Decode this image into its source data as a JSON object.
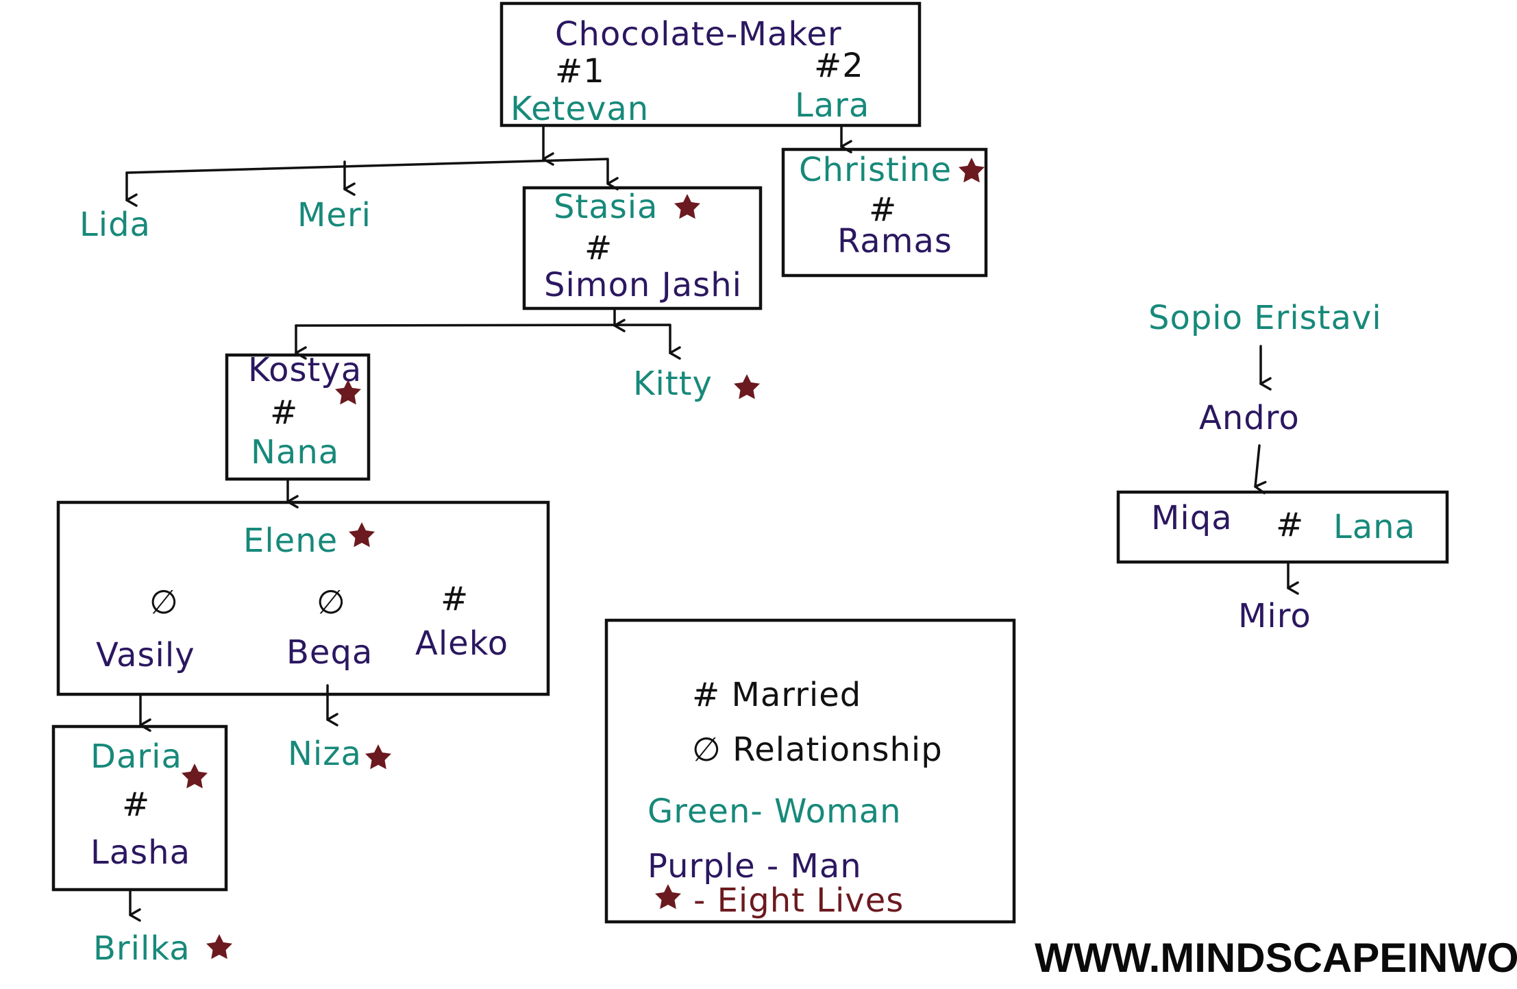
{
  "colors": {
    "woman": "#17897a",
    "man": "#2b1760",
    "eight_lives": "#6b1a1f",
    "ink": "#111111"
  },
  "chocolate_maker": {
    "title": "Chocolate-Maker",
    "wife1_mark": "#1",
    "wife2_mark": "#2",
    "wife1": "Ketevan",
    "wife2": "Lara"
  },
  "children_ketevan": [
    "Lida",
    "Meri"
  ],
  "stasia_box": {
    "wife": "Stasia",
    "mark": "#",
    "husband": "Simon Jashi"
  },
  "christine_box": {
    "wife": "Christine",
    "mark": "#",
    "husband": "Ramas"
  },
  "kostya_box": {
    "husband": "Kostya",
    "mark": "#",
    "wife": "Nana"
  },
  "kitty": "Kitty",
  "elene_box": {
    "name": "Elene",
    "mark1": "∅",
    "mark2": "∅",
    "mark3": "#",
    "partner1": "Vasily",
    "partner2": "Beqa",
    "partner3": "Aleko"
  },
  "daria_box": {
    "wife": "Daria",
    "mark": "#",
    "husband": "Lasha"
  },
  "niza": "Niza",
  "brilka": "Brilka",
  "eristavi": {
    "sopio": "Sopio Eristavi",
    "andro": "Andro",
    "miqa": "Miqa",
    "mark": "#",
    "lana": "Lana",
    "miro": "Miro"
  },
  "legend": {
    "married": "# Married",
    "relationship": "∅ Relationship",
    "woman": "Green- Woman",
    "man": "Purple - Man",
    "eight_lives": "- Eight Lives"
  },
  "website": "WWW.MINDSCAPEINWORDS.COM"
}
